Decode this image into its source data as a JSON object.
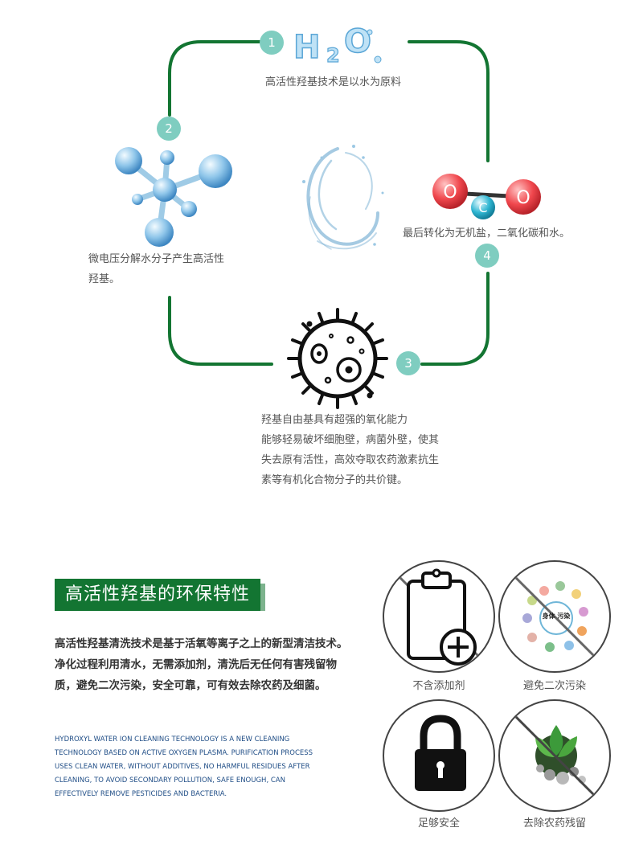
{
  "cycle": {
    "steps": [
      {
        "num": "1",
        "text": "高活性羟基技术是以水为原料"
      },
      {
        "num": "2",
        "text_lines": [
          "微电压分解水分子产生高活性",
          "羟基。"
        ]
      },
      {
        "num": "3",
        "text_lines": [
          "羟基自由基具有超强的氧化能力",
          "能够轻易破坏细胞壁，病菌外壁，使其",
          "失去原有活性，高效夺取农药激素抗生",
          "素等有机化合物分子的共价键。"
        ]
      },
      {
        "num": "4",
        "text": "最后转化为无机盐，二氧化碳和水。"
      }
    ],
    "h2o_letters": [
      "H",
      "2",
      "O"
    ],
    "co2_letters": [
      "O",
      "C",
      "O"
    ]
  },
  "feature": {
    "title": "高活性羟基的环保特性",
    "body_cn": "高活性羟基清洗技术是基于活氧等离子之上的新型清洁技术。净化过程利用清水，无需添加剂，清洗后无任何有害残留物质，避免二次污染，安全可靠，可有效去除农药及细菌。",
    "body_en_lines": [
      "HYDROXYL WATER ION CLEANING TECHNOLOGY IS A NEW CLEANING",
      "TECHNOLOGY BASED ON ACTIVE OXYGEN PLASMA. PURIFICATION PROCESS",
      "USES CLEAN WATER, WITHOUT ADDITIVES, NO HARMFUL RESIDUES AFTER",
      "CLEANING, TO AVOID SECONDARY POLLUTION, SAFE ENOUGH, CAN",
      "EFFECTIVELY REMOVE PESTICIDES AND BACTERIA."
    ],
    "icons": [
      {
        "label": "不含添加剂"
      },
      {
        "label": "避免二次污染",
        "inner_text": "身体 污染"
      },
      {
        "label": "足够安全"
      },
      {
        "label": "去除农药残留"
      }
    ]
  }
}
